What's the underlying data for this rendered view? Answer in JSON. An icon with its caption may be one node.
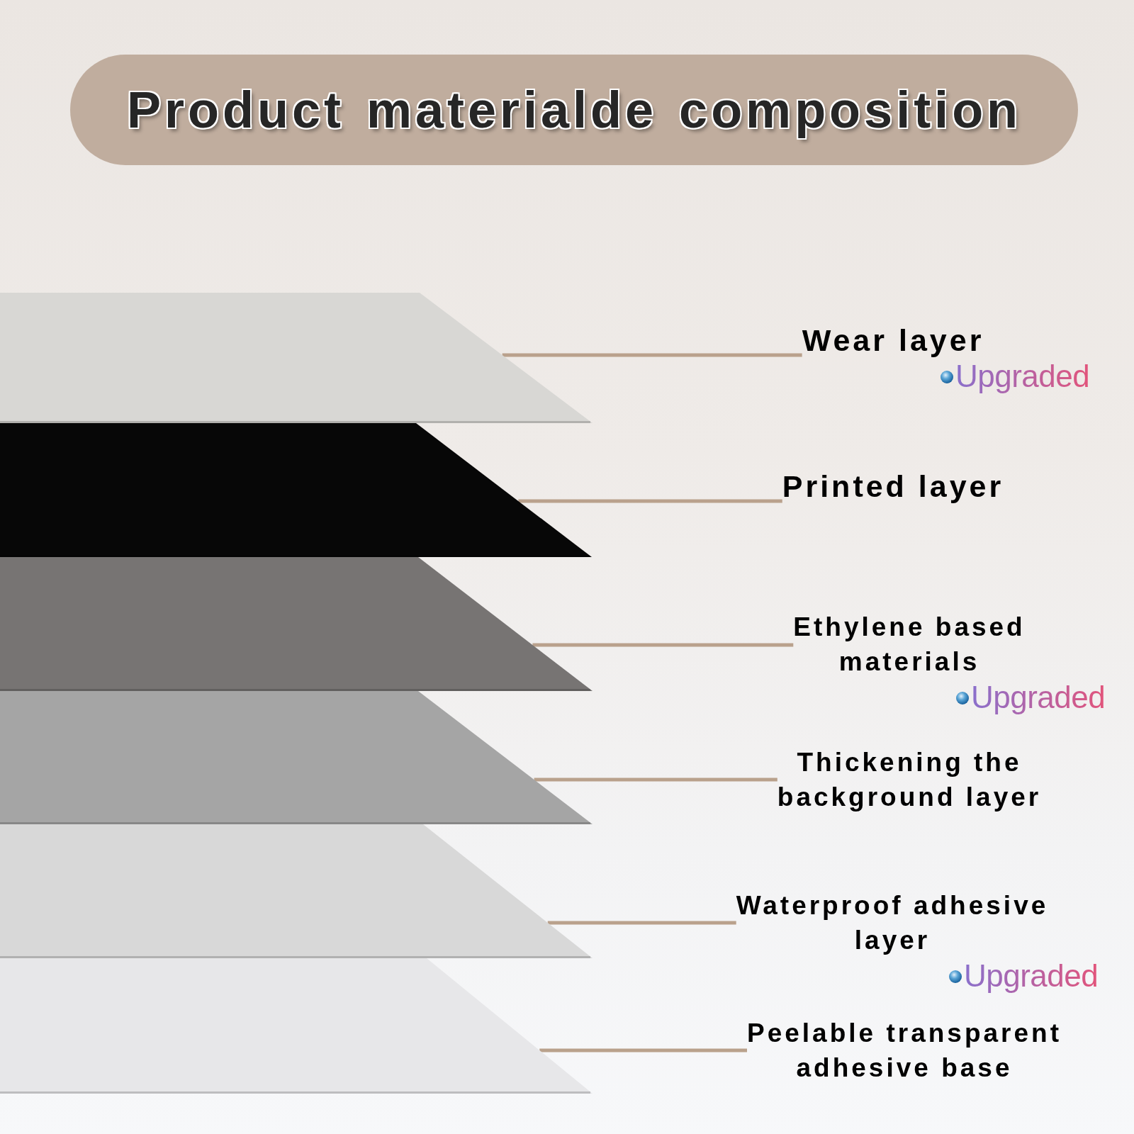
{
  "diagram": {
    "title": "Product materialde composition",
    "nodes": [
      {
        "text": [
          "Wear layer"
        ],
        "beside": [
          "Upgraded"
        ]
      },
      {
        "text": [
          "Printed layer"
        ]
      },
      {
        "text": [
          "Ethylene based materials"
        ],
        "beside": [
          "Upgraded"
        ]
      },
      {
        "text": [
          "Thickening the background layer"
        ]
      },
      {
        "text": [
          "Waterproof adhesive layer"
        ],
        "beside": [
          "Upgraded"
        ]
      },
      {
        "text": [
          "Peelable transparent adhesive base"
        ]
      },
      {
        "text": [],
        "shape": "bar"
      },
      {
        "text": [],
        "shape": "bar"
      },
      {
        "text": [],
        "shape": "bar"
      },
      {
        "text": [],
        "shape": "bar"
      },
      {
        "text": [],
        "shape": "bar"
      },
      {
        "text": [],
        "shape": "bar"
      }
    ],
    "edges": [
      {
        "from": 0,
        "to": 6,
        "arrow": "none"
      },
      {
        "from": 1,
        "to": 7,
        "arrow": "none"
      },
      {
        "from": 2,
        "to": 8,
        "arrow": "none"
      },
      {
        "from": 3,
        "to": 9,
        "arrow": "none"
      },
      {
        "from": 4,
        "to": 10,
        "arrow": "none"
      },
      {
        "from": 5,
        "to": 11,
        "arrow": "none"
      }
    ]
  }
}
